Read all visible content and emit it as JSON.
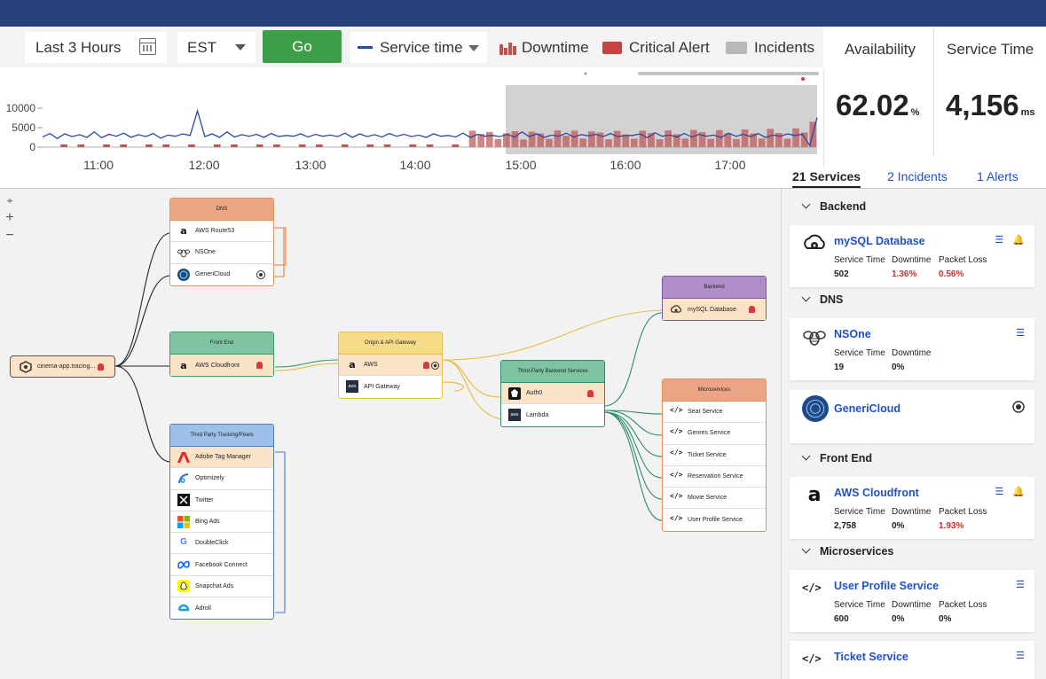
{
  "toolbar": {
    "range": "Last 3 Hours",
    "timezone": "EST",
    "go": "Go",
    "service_select": "Service time",
    "legend": [
      {
        "label": "Downtime",
        "color": "#c0504d"
      },
      {
        "label": "Critical Alert",
        "color": "#c84242"
      },
      {
        "label": "Incidents",
        "color": "#b8b8b8"
      }
    ]
  },
  "kpis": {
    "availability_label": "Availability",
    "availability_value": "62.02",
    "availability_unit": "%",
    "service_time_label": "Service Time",
    "service_time_value": "4,156",
    "service_time_unit": "ms"
  },
  "chart_data": {
    "type": "line",
    "y_ticks": [
      "10000",
      "5000",
      "0"
    ],
    "x_ticks": [
      "11:00",
      "12:00",
      "13:00",
      "14:00",
      "15:00",
      "16:00",
      "17:00"
    ],
    "ylim": [
      0,
      10000
    ],
    "series": [
      {
        "values": [
          2600,
          3500,
          2200,
          3400,
          2700,
          3200,
          2500,
          3900,
          2400,
          3300,
          2800,
          3600,
          2500,
          3200,
          2700,
          3500,
          2300,
          3100,
          2800,
          3400,
          3000,
          9300,
          2700,
          3400,
          2500,
          3900,
          2600,
          3200,
          2800,
          3300,
          2500,
          3500,
          2700,
          3000,
          2800,
          3400,
          2600,
          3300,
          2800,
          3100,
          2700,
          3600,
          2500,
          3400,
          2700,
          3200,
          2600,
          3500,
          2800,
          3300,
          2700,
          3100,
          2500,
          3400,
          2800,
          3000,
          2600,
          3600,
          2500,
          3300,
          2800,
          3000,
          2700,
          3300,
          2600,
          3900,
          2700,
          3400,
          2500,
          3100,
          2800,
          3600,
          2600,
          3200,
          2900,
          3300,
          2700,
          3500,
          2700,
          3000,
          3000,
          3400,
          2400,
          3700,
          2800,
          3100,
          2600,
          3500,
          2600,
          3300,
          2800,
          3100,
          2500,
          3600,
          2800,
          3300,
          2700,
          3500,
          2500,
          3100,
          2800,
          3400,
          3000,
          3300,
          400,
          7600
        ]
      }
    ],
    "downtime_bars": [
      0,
      0,
      1,
      0,
      1,
      0,
      0,
      1,
      0,
      1,
      0,
      0,
      1,
      0,
      1,
      0,
      0,
      1,
      0,
      0,
      1,
      0,
      1,
      0,
      0,
      1,
      0,
      1,
      0,
      0,
      1,
      0,
      1,
      0,
      0,
      1,
      0,
      0,
      1,
      0,
      1,
      0,
      0,
      1,
      0,
      1,
      0,
      0,
      1,
      0,
      6500,
      5200,
      6000,
      3200,
      5500,
      6300,
      3000,
      6100,
      5400,
      3300,
      6600,
      4500,
      6500,
      3400,
      6200,
      5800,
      3100,
      6400,
      5000,
      3300,
      6500,
      5600,
      3100,
      6600,
      5100,
      3400,
      6800,
      5900,
      3300,
      6700,
      5500,
      3200,
      7000,
      5400,
      3400,
      7200,
      5600,
      3300,
      7400,
      5800,
      10000
    ]
  },
  "tabs": {
    "services": "21 Services",
    "incidents": "2 Incidents",
    "alerts": "1 Alerts"
  },
  "map": {
    "app": "cinema-app.tracing...",
    "dns": {
      "header": "DNS",
      "rows": [
        "AWS Route53",
        "NSOne",
        "GeneriCloud"
      ]
    },
    "frontend": {
      "header": "Front End",
      "rows": [
        "AWS Cloudfront"
      ]
    },
    "origin": {
      "header": "Origin & API Gateway",
      "rows": [
        "AWS",
        "API Gateway"
      ]
    },
    "thirdbackend": {
      "header": "Third-Party Backend Services",
      "rows": [
        "Auth0",
        "Lambda"
      ]
    },
    "backend": {
      "header": "Backend",
      "rows": [
        "mySQL Database"
      ]
    },
    "micro": {
      "header": "Microservices",
      "rows": [
        "Seat Service",
        "Genres Service",
        "Ticket Service",
        "Reservation Service",
        "Movie Service",
        "User Profile Service"
      ]
    },
    "tracking": {
      "header": "Third Party Tracking/Pixels",
      "rows": [
        "Adobe Tag Manager",
        "Optimizely",
        "Twitter",
        "Bing Ads",
        "DoubleClick",
        "Facebook Connect",
        "Snapchat Ads",
        "Adroll"
      ]
    }
  },
  "panel": {
    "groups": {
      "backend": "Backend",
      "dns": "DNS",
      "frontend": "Front End",
      "micro": "Microservices"
    },
    "mysql": {
      "name": "mySQL Database",
      "st_label": "Service Time",
      "st": "502",
      "dt_label": "Downtime",
      "dt": "1.36%",
      "pl_label": "Packet Loss",
      "pl": "0.56%"
    },
    "nsone": {
      "name": "NSOne",
      "st_label": "Service Time",
      "st": "19",
      "dt_label": "Downtime",
      "dt": "0%"
    },
    "generi": {
      "name": "GeneriCloud"
    },
    "cloudfront": {
      "name": "AWS Cloudfront",
      "st_label": "Service Time",
      "st": "2,758",
      "dt_label": "Downtime",
      "dt": "0%",
      "pl_label": "Packet Loss",
      "pl": "1.93%"
    },
    "userprofile": {
      "name": "User Profile Service",
      "st_label": "Service Time",
      "st": "600",
      "dt_label": "Downtime",
      "dt": "0%",
      "pl_label": "Packet Loss",
      "pl": "0%"
    },
    "ticket": {
      "name": "Ticket Service"
    }
  }
}
